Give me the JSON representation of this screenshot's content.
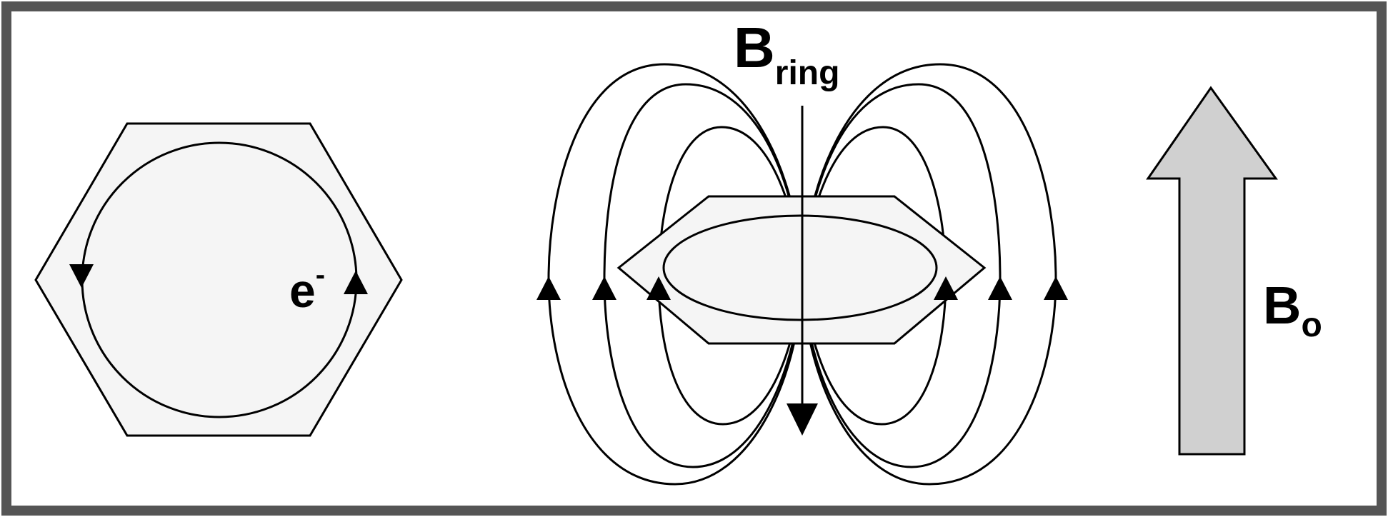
{
  "labels": {
    "electron": {
      "base": "e",
      "superscript": "-"
    },
    "ring_field": {
      "base": "B",
      "subscript": "ring"
    },
    "applied_field": {
      "base": "B",
      "subscript": "o"
    }
  },
  "colors": {
    "frame": "#555555",
    "ink": "#000000",
    "ring_fill": "#f5f5f5",
    "applied_arrow_fill": "#d0d0d0"
  }
}
